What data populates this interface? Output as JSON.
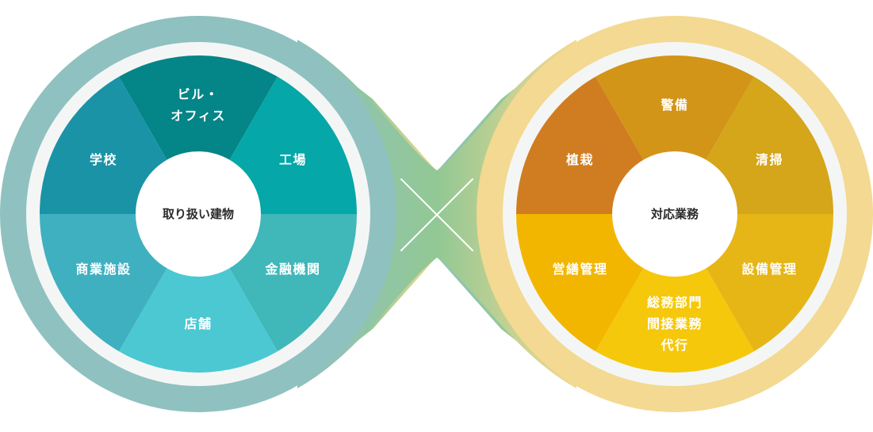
{
  "left_wheel": {
    "hub_label": "取り扱い建物",
    "segments": [
      {
        "label": "ビル・\nオフィス",
        "color": "#048587"
      },
      {
        "label": "工場",
        "color": "#05a7a8"
      },
      {
        "label": "金融機関",
        "color": "#40b7b9"
      },
      {
        "label": "店舗",
        "color": "#4cc8d3"
      },
      {
        "label": "商業施設",
        "color": "#3fb0c0"
      },
      {
        "label": "学校",
        "color": "#1a93a6"
      }
    ],
    "ring_color": "#8fc1c0"
  },
  "right_wheel": {
    "hub_label": "対応業務",
    "segments": [
      {
        "label": "警備",
        "color": "#d29517"
      },
      {
        "label": "清掃",
        "color": "#d5a51a"
      },
      {
        "label": "設備管理",
        "color": "#e6b617"
      },
      {
        "label": "総務部門\n間接業務\n代行",
        "color": "#f5c80b"
      },
      {
        "label": "営繕管理",
        "color": "#f2b600"
      },
      {
        "label": "植栽",
        "color": "#d07d21"
      }
    ],
    "ring_color": "#f3d991"
  },
  "connector": {
    "left_color": "#8fc1c0",
    "mid_color": "#92c894",
    "right_color": "#f3d991"
  }
}
